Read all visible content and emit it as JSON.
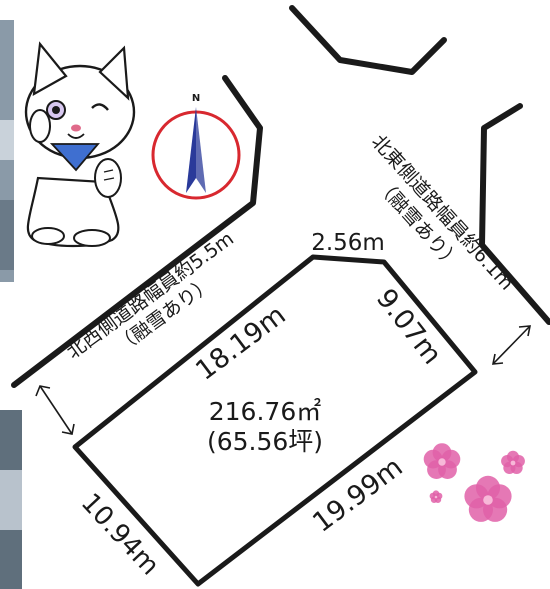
{
  "roads": {
    "northwest": {
      "line1": "北西側道路幅員約5.5m",
      "line2": "（融雪あり）"
    },
    "northeast": {
      "line1": "北東側道路幅員約6.1m",
      "line2": "（融雪あり）"
    }
  },
  "lot": {
    "area_m2": "216.76㎡",
    "area_tsubo": "(65.56坪)",
    "edges": {
      "top_short": "2.56m",
      "northwest": "18.19m",
      "northeast": "9.07m",
      "southeast": "19.99m",
      "southwest": "10.94m"
    }
  },
  "compass": {
    "north_label": "N",
    "ring_color": "#d8282f",
    "needle_color": "#2a3a9a"
  },
  "decor": {
    "mascot": "cat-mascot-icon",
    "flowers": "sakura-flowers-icon",
    "flower_color": "#e060a8",
    "mascot_scarf_color": "#3f6fd0"
  }
}
